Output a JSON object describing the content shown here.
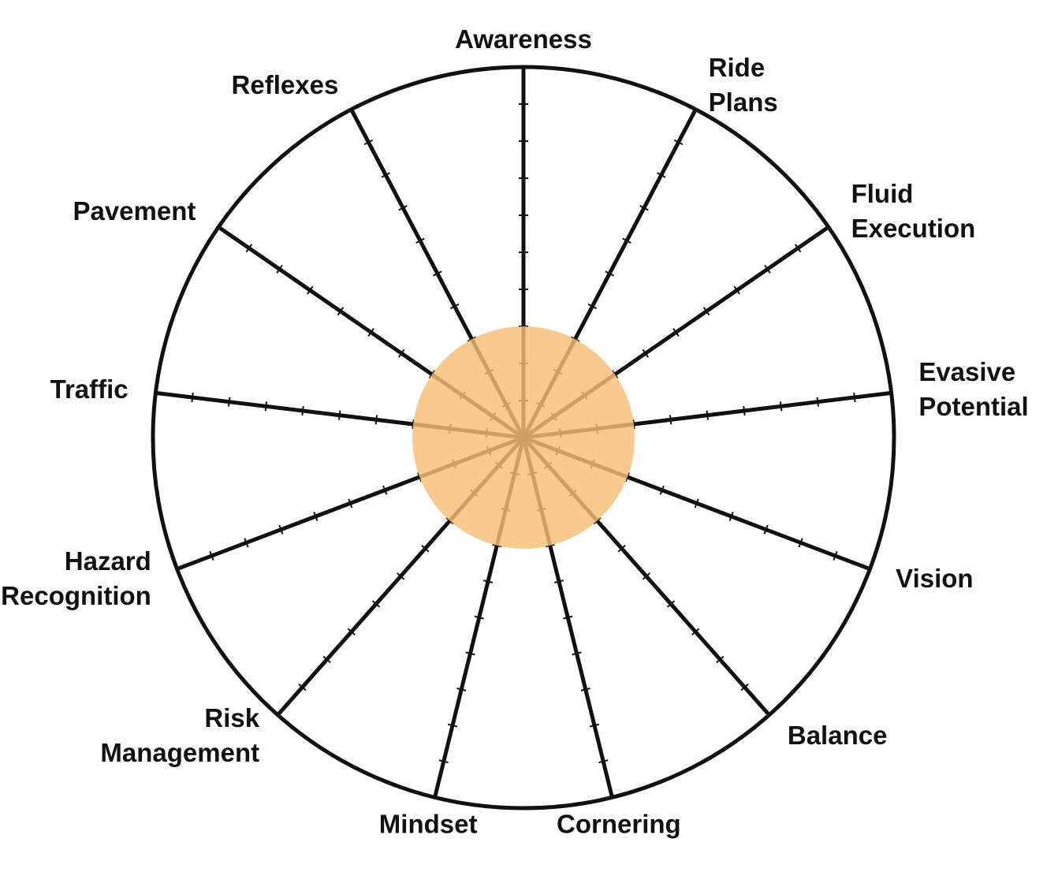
{
  "wheel": {
    "spokes": [
      {
        "label_lines": [
          "Awareness"
        ]
      },
      {
        "label_lines": [
          "Ride",
          "Plans"
        ]
      },
      {
        "label_lines": [
          "Fluid",
          "Execution"
        ]
      },
      {
        "label_lines": [
          "Evasive",
          "Potential"
        ]
      },
      {
        "label_lines": [
          "Vision"
        ]
      },
      {
        "label_lines": [
          "Balance"
        ]
      },
      {
        "label_lines": [
          "Cornering"
        ]
      },
      {
        "label_lines": [
          "Mindset"
        ]
      },
      {
        "label_lines": [
          "Risk",
          "Management"
        ]
      },
      {
        "label_lines": [
          "Hazard",
          "Recognition"
        ]
      },
      {
        "label_lines": [
          "Traffic"
        ]
      },
      {
        "label_lines": [
          "Pavement"
        ]
      },
      {
        "label_lines": [
          "Reflexes"
        ]
      }
    ],
    "scale_max": 10,
    "filled_level": 3,
    "colors": {
      "outline": "#111111",
      "fill": "#f7be78"
    }
  }
}
